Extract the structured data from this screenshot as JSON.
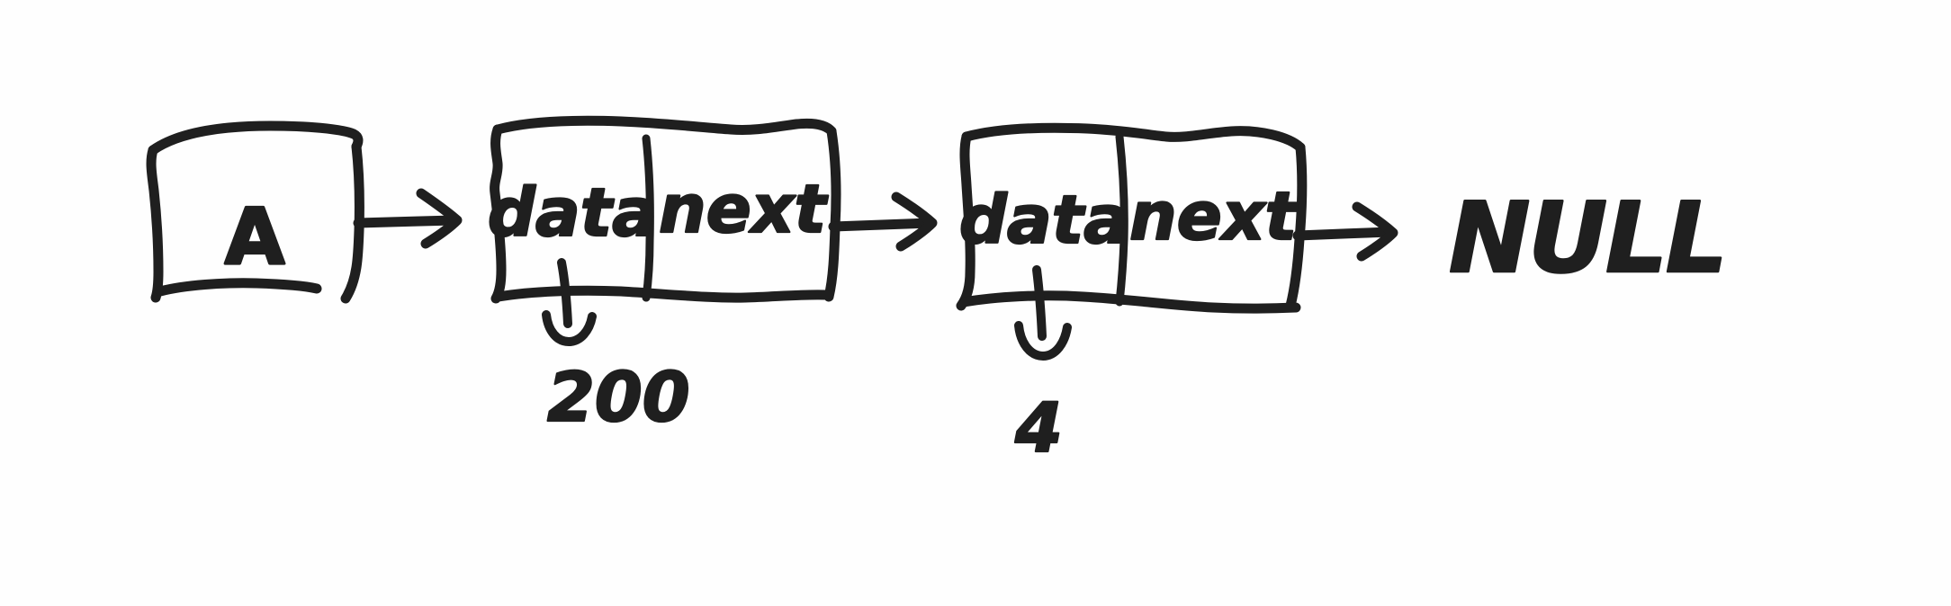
{
  "diagram": {
    "title": "linked-list-sketch",
    "style": "hand-drawn whiteboard sketch",
    "ink_color": "#1f1f1f",
    "background_color": "#fefefe"
  },
  "head": {
    "label": "A",
    "name": "head-pointer-box"
  },
  "nodes": [
    {
      "data_label": "data",
      "next_label": "next",
      "data_value": "200"
    },
    {
      "data_label": "data",
      "next_label": "next",
      "data_value": "4"
    }
  ],
  "terminator": {
    "label": "NULL"
  },
  "arrows": [
    {
      "name": "arrow-head-to-node1",
      "from": "head",
      "to": "node-1"
    },
    {
      "name": "arrow-node1-to-node2",
      "from": "node-1",
      "to": "node-2"
    },
    {
      "name": "arrow-node2-to-null",
      "from": "node-2",
      "to": "null-terminator"
    },
    {
      "name": "arrow-node1-data-down",
      "from": "node-1-data",
      "to": "value-200"
    },
    {
      "name": "arrow-node2-data-down",
      "from": "node-2-data",
      "to": "value-4"
    }
  ]
}
